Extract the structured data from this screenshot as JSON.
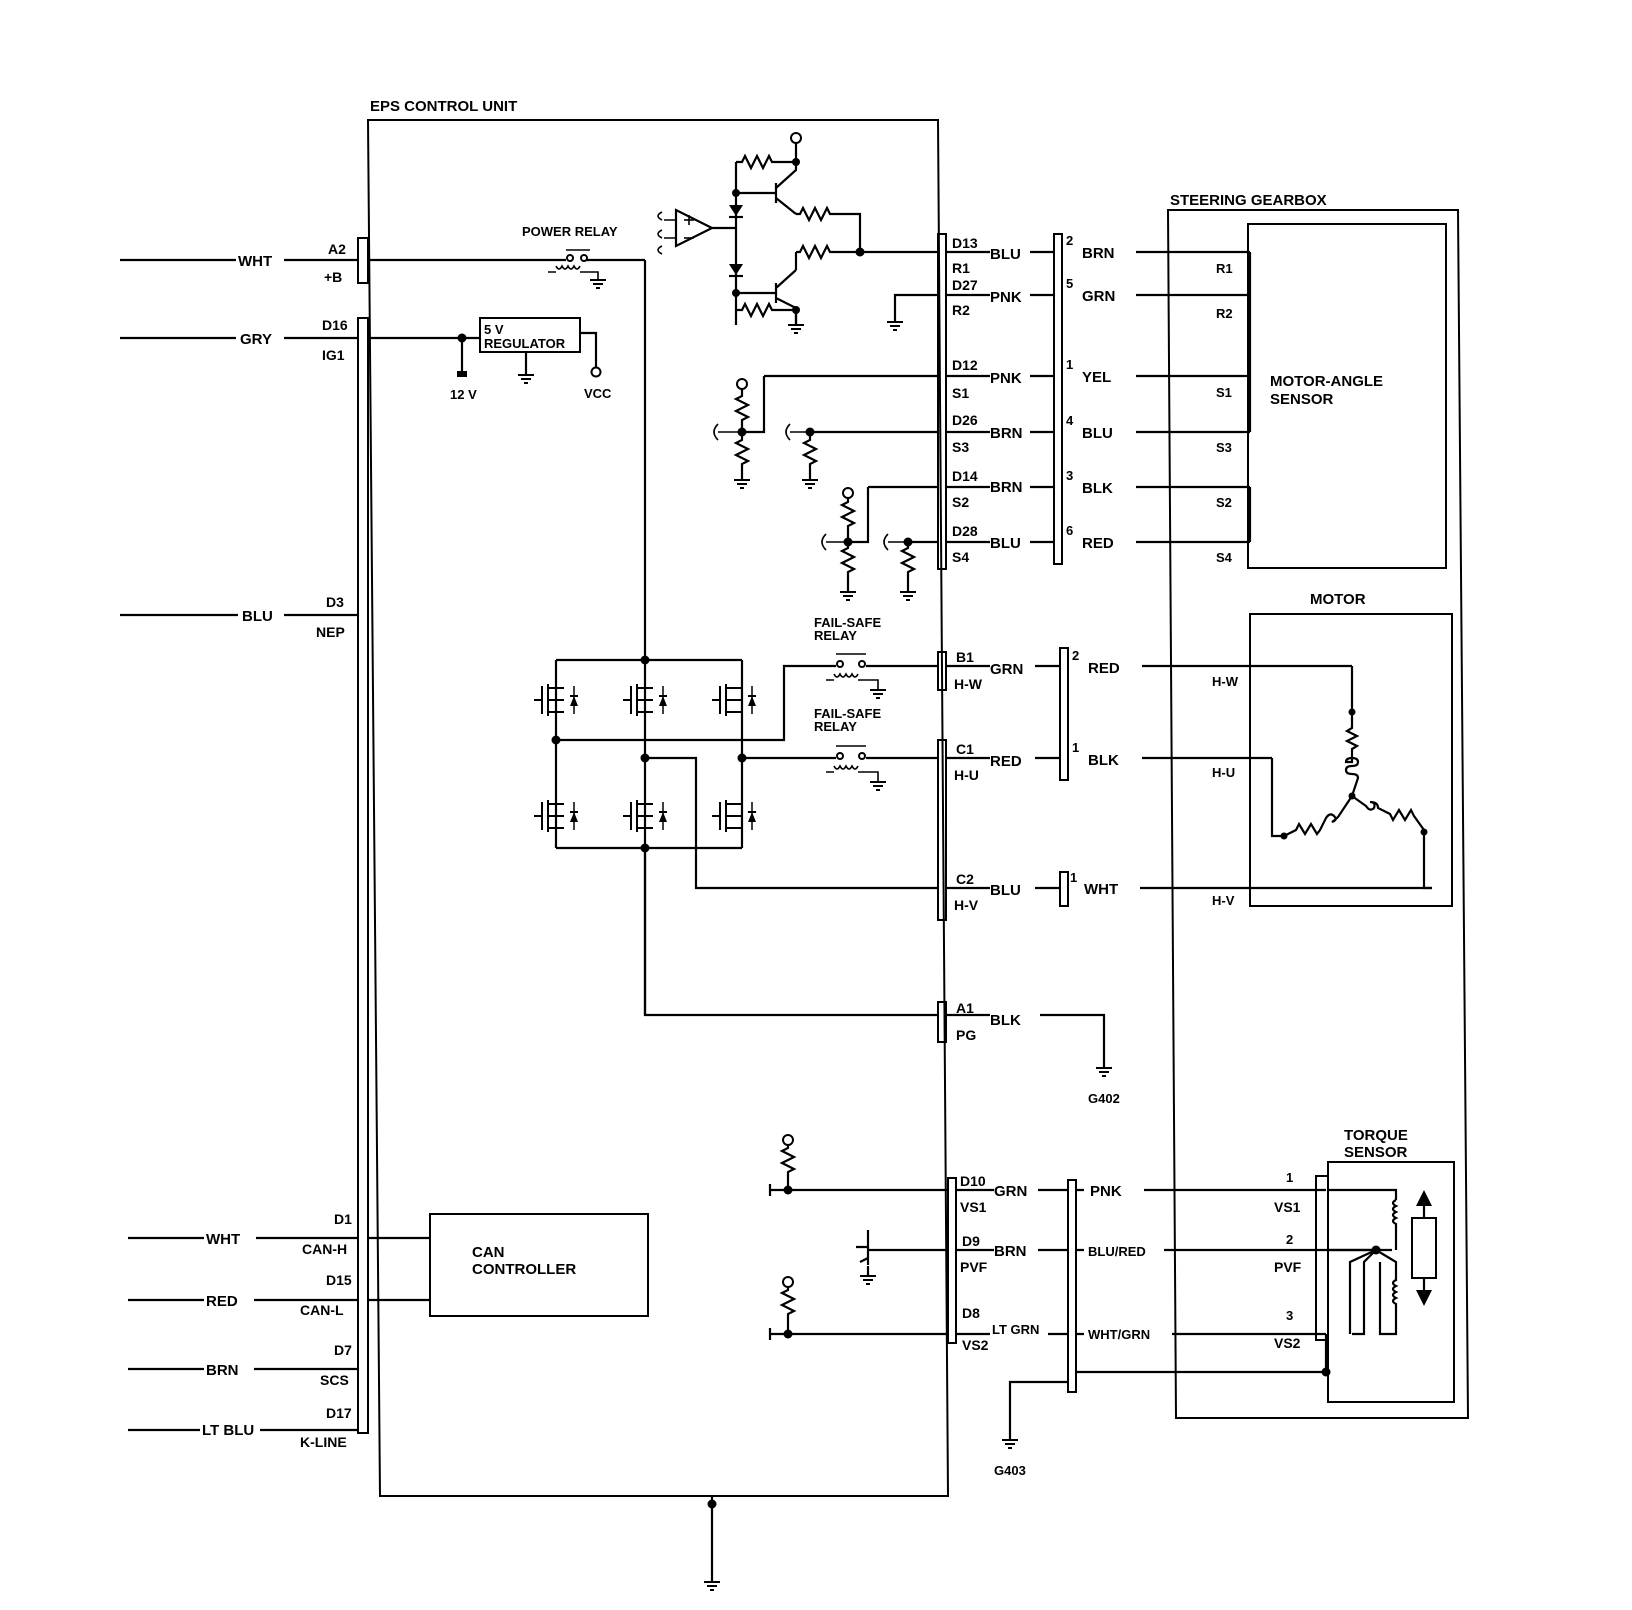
{
  "ecu": {
    "title": "EPS CONTROL UNIT",
    "power_relay": "POWER RELAY",
    "regulator": [
      "5 V",
      "REGULATOR"
    ],
    "v12": "12 V",
    "vcc": "VCC",
    "failsafe_relay": [
      "FAIL-SAFE",
      "RELAY"
    ],
    "can_controller": [
      "CAN",
      "CONTROLLER"
    ]
  },
  "left_pins": [
    {
      "wire": "WHT",
      "pin": "A2",
      "name": "+B"
    },
    {
      "wire": "GRY",
      "pin": "D16",
      "name": "IG1"
    },
    {
      "wire": "BLU",
      "pin": "D3",
      "name": "NEP"
    },
    {
      "wire": "WHT",
      "pin": "D1",
      "name": "CAN-H"
    },
    {
      "wire": "RED",
      "pin": "D15",
      "name": "CAN-L"
    },
    {
      "wire": "BRN",
      "pin": "D7",
      "name": "SCS"
    },
    {
      "wire": "LT BLU",
      "pin": "D17",
      "name": "K-LINE"
    }
  ],
  "right_pins": [
    {
      "pin": "D13",
      "name": "R1",
      "wire": "BLU"
    },
    {
      "pin": "D27",
      "name": "R2",
      "wire": "PNK"
    },
    {
      "pin": "D12",
      "name": "S1",
      "wire": "PNK"
    },
    {
      "pin": "D26",
      "name": "S3",
      "wire": "BRN"
    },
    {
      "pin": "D14",
      "name": "S2",
      "wire": "BRN"
    },
    {
      "pin": "D28",
      "name": "S4",
      "wire": "BLU"
    },
    {
      "pin": "B1",
      "name": "H-W",
      "wire": "GRN"
    },
    {
      "pin": "C1",
      "name": "H-U",
      "wire": "RED"
    },
    {
      "pin": "C2",
      "name": "H-V",
      "wire": "BLU"
    },
    {
      "pin": "A1",
      "name": "PG",
      "wire": "BLK"
    },
    {
      "pin": "D10",
      "name": "VS1",
      "wire": "GRN"
    },
    {
      "pin": "D9",
      "name": "PVF",
      "wire": "BRN"
    },
    {
      "pin": "D8",
      "name": "VS2",
      "wire": "LT GRN"
    }
  ],
  "connector_mid": [
    {
      "cavity": "2",
      "wire": "BRN"
    },
    {
      "cavity": "5",
      "wire": "GRN"
    },
    {
      "cavity": "1",
      "wire": "YEL"
    },
    {
      "cavity": "4",
      "wire": "BLU"
    },
    {
      "cavity": "3",
      "wire": "BLK"
    },
    {
      "cavity": "6",
      "wire": "RED"
    },
    {
      "cavity": "2",
      "wire": "RED"
    },
    {
      "cavity": "1",
      "wire": "BLK"
    },
    {
      "cavity": "1",
      "wire": "WHT"
    },
    {
      "cavity": "",
      "wire": "PNK"
    },
    {
      "cavity": "",
      "wire": "BLU/RED"
    },
    {
      "cavity": "",
      "wire": "WHT/GRN"
    }
  ],
  "grounds": {
    "g402": "G402",
    "g403": "G403"
  },
  "gearbox": {
    "title": "STEERING GEARBOX",
    "motor_angle_sensor": [
      "MOTOR-ANGLE",
      "SENSOR"
    ],
    "mas_terms": [
      "R1",
      "R2",
      "S1",
      "S3",
      "S2",
      "S4"
    ],
    "motor": "MOTOR",
    "motor_terms": [
      "H-W",
      "H-U",
      "H-V"
    ],
    "torque_sensor": [
      "TORQUE",
      "SENSOR"
    ],
    "torque_terms": [
      {
        "num": "1",
        "name": "VS1"
      },
      {
        "num": "2",
        "name": "PVF"
      },
      {
        "num": "3",
        "name": "VS2"
      }
    ]
  }
}
